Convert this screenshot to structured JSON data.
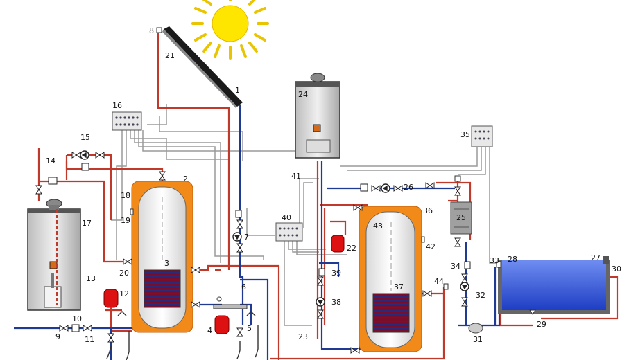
{
  "labels": {
    "l1": "1",
    "l2": "2",
    "l3": "3",
    "l4": "4",
    "l5": "5",
    "l6": "6",
    "l7": "7",
    "l8": "8",
    "l9": "9",
    "l10": "10",
    "l11": "11",
    "l12": "12",
    "l13": "13",
    "l14": "14",
    "l15": "15",
    "l16": "16",
    "l17": "17",
    "l18": "18",
    "l19": "19",
    "l20": "20",
    "l21": "21",
    "l22": "22",
    "l23": "23",
    "l24": "24",
    "l25": "25",
    "l26": "26",
    "l27": "27",
    "l28": "28",
    "l29": "29",
    "l30": "30",
    "l31": "31",
    "l32": "32",
    "l33": "33",
    "l34": "34",
    "l35": "35",
    "l36": "36",
    "l37": "37",
    "l38": "38",
    "l39": "39",
    "l40": "40",
    "l41": "41",
    "l42": "42",
    "l43": "43",
    "l44": "44"
  },
  "colors": {
    "hot_pipe": "#c0392b",
    "cold_pipe": "#1f3a93",
    "signal_wire": "#9a9a9a",
    "sun": "#ffe600",
    "tank_outer": "#f28a1a",
    "tank_inner": "#f4f4f4",
    "water": "#3b5bdb"
  }
}
